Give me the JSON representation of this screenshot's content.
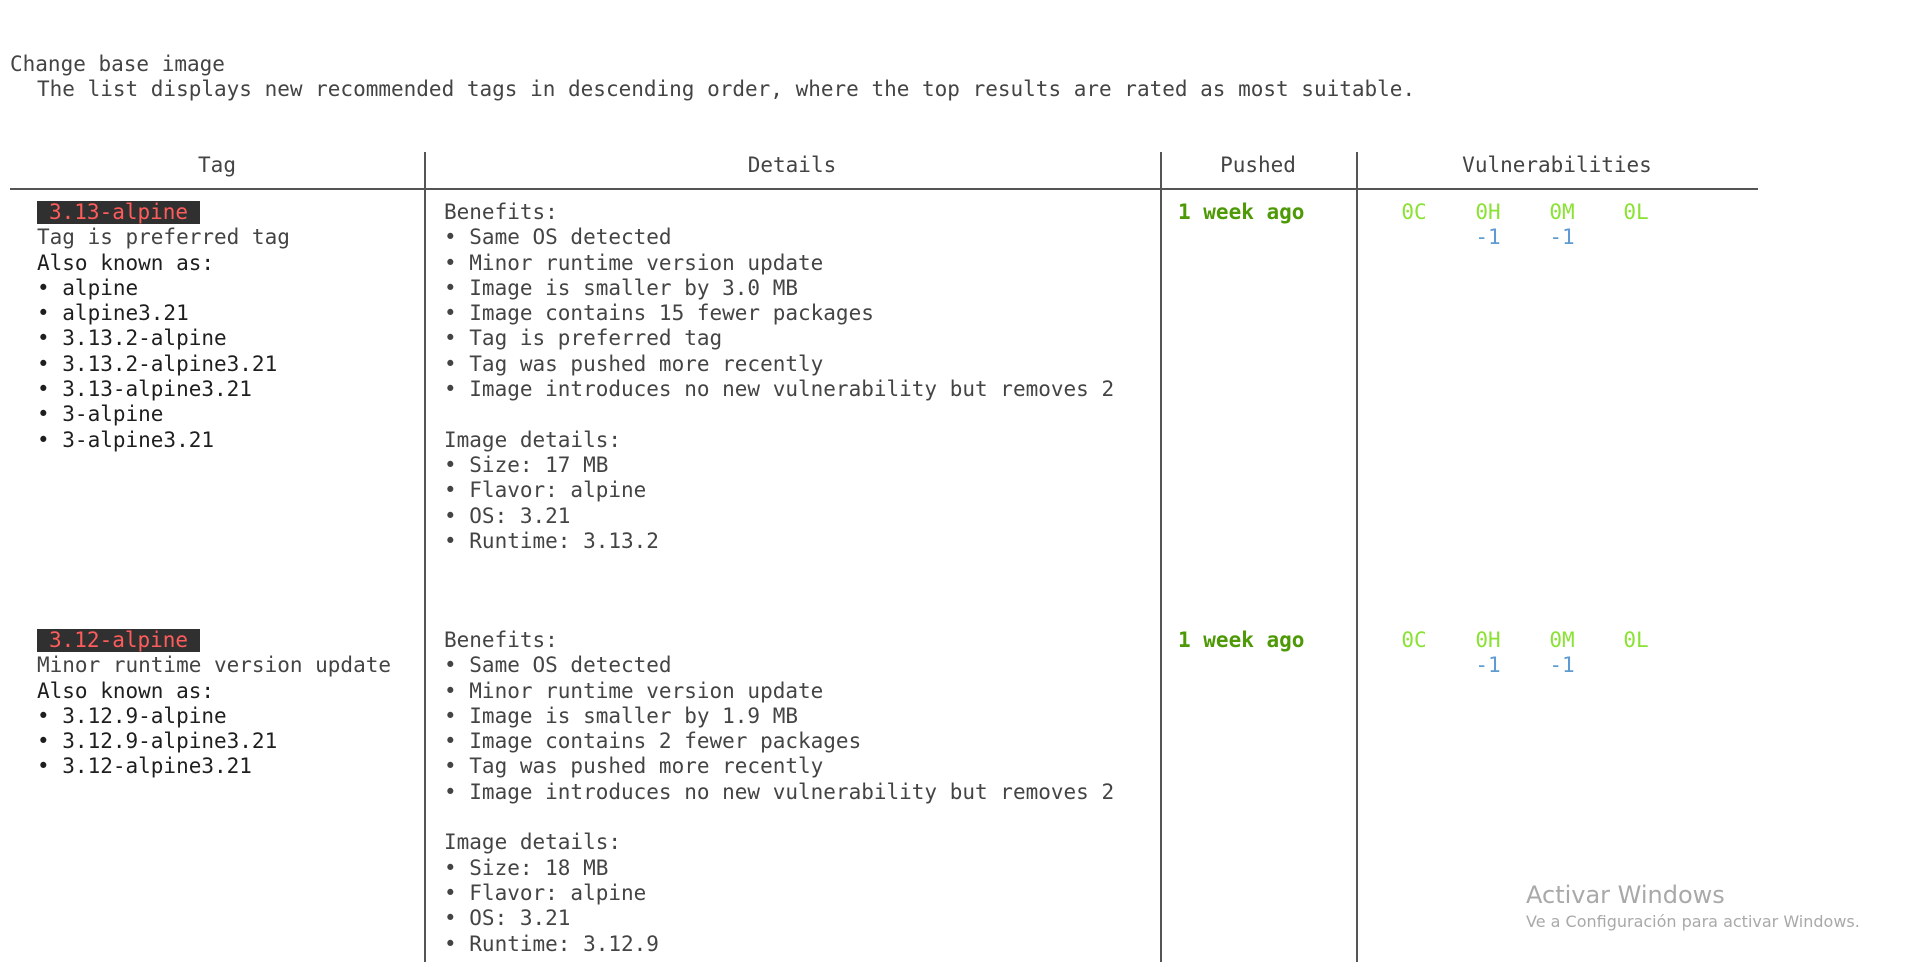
{
  "header": {
    "title": "Change base image",
    "subtitle": "The list displays new recommended tags in descending order, where the top results are rated as most suitable."
  },
  "table": {
    "columns": [
      "Tag",
      "Details",
      "Pushed",
      "Vulnerabilities"
    ],
    "rows": [
      {
        "tag": "3.13-alpine",
        "reason": "Tag is preferred tag",
        "aka_label": "Also known as:",
        "aliases": [
          "• alpine",
          "• alpine3.21",
          "• 3.13.2-alpine",
          "• 3.13.2-alpine3.21",
          "• 3.13-alpine3.21",
          "• 3-alpine",
          "• 3-alpine3.21"
        ],
        "benefits_label": "Benefits:",
        "benefits": [
          "• Same OS detected",
          "• Minor runtime version update",
          "• Image is smaller by 3.0 MB",
          "• Image contains 15 fewer packages",
          "• Tag is preferred tag",
          "• Tag was pushed more recently",
          "• Image introduces no new vulnerability but removes 2"
        ],
        "details_label": "Image details:",
        "details": [
          "• Size: 17 MB",
          "• Flavor: alpine",
          "• OS: 3.21",
          "• Runtime: 3.13.2"
        ],
        "pushed": "1 week ago",
        "vuln": {
          "c": "0C",
          "h": "0H",
          "m": "0M",
          "l": "0L",
          "h_delta": "-1",
          "m_delta": "-1"
        }
      },
      {
        "tag": "3.12-alpine",
        "reason": "Minor runtime version update",
        "aka_label": "Also known as:",
        "aliases": [
          "• 3.12.9-alpine",
          "• 3.12.9-alpine3.21",
          "• 3.12-alpine3.21"
        ],
        "benefits_label": "Benefits:",
        "benefits": [
          "• Same OS detected",
          "• Minor runtime version update",
          "• Image is smaller by 1.9 MB",
          "• Image contains 2 fewer packages",
          "• Tag was pushed more recently",
          "• Image introduces no new vulnerability but removes 2"
        ],
        "details_label": "Image details:",
        "details": [
          "• Size: 18 MB",
          "• Flavor: alpine",
          "• OS: 3.21",
          "• Runtime: 3.12.9"
        ],
        "pushed": "1 week ago",
        "vuln": {
          "c": "0C",
          "h": "0H",
          "m": "0M",
          "l": "0L",
          "h_delta": "-1",
          "m_delta": "-1"
        }
      }
    ]
  },
  "watermark": {
    "title": "Activar Windows",
    "subtitle": "Ve a Configuración para activar Windows."
  },
  "colors": {
    "tag_badge_bg": "#303030",
    "tag_badge_fg": "#ff5c5c",
    "pushed": "#4e9a06",
    "vuln_count": "#8ae234",
    "vuln_delta": "#5f9bd0"
  }
}
